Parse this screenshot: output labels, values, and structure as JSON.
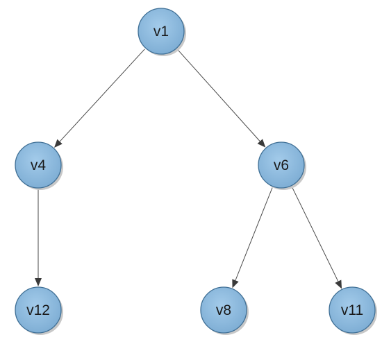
{
  "colors": {
    "node_fill": "#89b8dc",
    "node_stroke": "#3f6f95",
    "edge": "#4a4a4a",
    "label": "#1a1a1a"
  },
  "nodes": [
    {
      "id": "v1",
      "label": "v1"
    },
    {
      "id": "v4",
      "label": "v4"
    },
    {
      "id": "v6",
      "label": "v6"
    },
    {
      "id": "v12",
      "label": "v12"
    },
    {
      "id": "v8",
      "label": "v8"
    },
    {
      "id": "v11",
      "label": "v11"
    }
  ],
  "edges": [
    {
      "from": "v1",
      "to": "v4",
      "directed": true
    },
    {
      "from": "v1",
      "to": "v6",
      "directed": true
    },
    {
      "from": "v4",
      "to": "v12",
      "directed": true
    },
    {
      "from": "v6",
      "to": "v8",
      "directed": true
    },
    {
      "from": "v6",
      "to": "v11",
      "directed": true
    }
  ]
}
